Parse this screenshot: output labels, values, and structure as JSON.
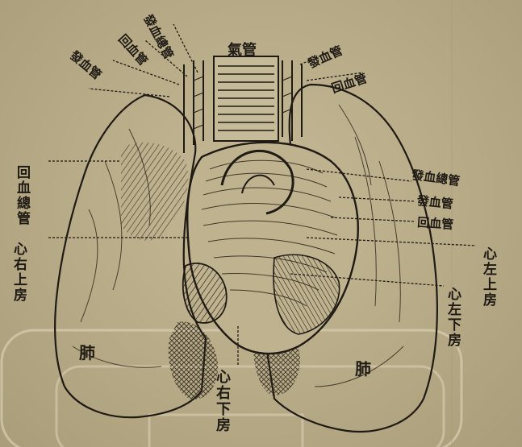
{
  "labels": {
    "trachea": "氣管",
    "lung_left": "肺",
    "lung_right": "肺",
    "pulmonary_vein": "回血總管",
    "right_atrium": "心右上房",
    "left_atrium": "心左上房",
    "left_ventricle": "心左下房",
    "right_ventricle": "心右下房",
    "vessel_1": "發血總管",
    "vessel_2": "回血管",
    "vessel_3": "發血管",
    "vessel_4": "發血管",
    "vessel_5": "回血管",
    "vessel_6": "發血總管",
    "vessel_7": "發血管",
    "vessel_8": "回血管"
  },
  "colors": {
    "ink": "#1f1a14",
    "paper": "#b9ad89",
    "shade": "#3a3026"
  }
}
